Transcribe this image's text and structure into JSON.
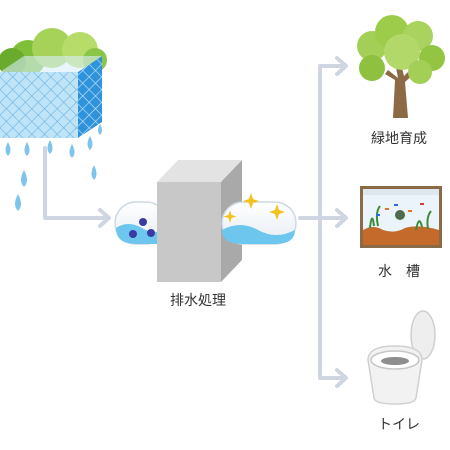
{
  "labels": {
    "process": "排水処理",
    "greening": "緑地育成",
    "tank": "水　槽",
    "toilet": "トイレ"
  },
  "colors": {
    "arrow": "#cfd6e2",
    "water_drop": "#7fc4ec",
    "water_wave": "#6cc6ee",
    "sparkle": "#f3c21c",
    "foliage": "#9ccc4a",
    "trunk": "#8b6a45",
    "box": "#c8c8c8",
    "particle": "#3a3aa0"
  },
  "icons": [
    "vegetable-crate-icon",
    "water-drop-icon",
    "dirty-pipe-icon",
    "treatment-box-icon",
    "clean-pipe-icon",
    "sparkle-icon",
    "tree-icon",
    "aquarium-icon",
    "toilet-icon"
  ]
}
